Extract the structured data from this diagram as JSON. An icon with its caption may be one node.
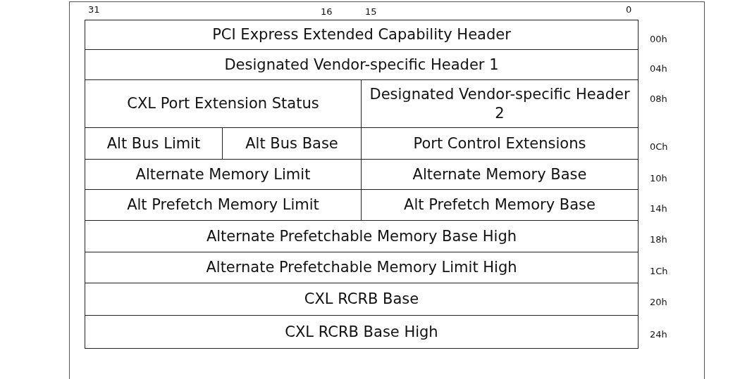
{
  "diagram": {
    "nodes": [
      {
        "text": [
          "PCI Express Extended Capability Header"
        ]
      },
      {
        "text": [
          "Designated Vendor-specific Header 1"
        ]
      },
      {
        "text": [
          "CXL Port Extension Status"
        ]
      },
      {
        "text": [
          "Designated Vendor-specific Header 2"
        ]
      },
      {
        "text": [
          "Alt Bus Limit"
        ]
      },
      {
        "text": [
          "Alt Bus Base"
        ]
      },
      {
        "text": [
          "Port Control Extensions"
        ]
      },
      {
        "text": [
          "Alternate Memory Limit"
        ]
      },
      {
        "text": [
          "Alternate Memory Base"
        ]
      },
      {
        "text": [
          "Alt Prefetch Memory Limit"
        ]
      },
      {
        "text": [
          "Alt Prefetch Memory Base"
        ]
      },
      {
        "text": [
          "Alternate Prefetchable Memory Base High"
        ]
      },
      {
        "text": [
          "Alternate Prefetchable Memory Limit High"
        ]
      },
      {
        "text": [
          "CXL RCRB Base"
        ]
      },
      {
        "text": [
          "CXL RCRB Base High"
        ]
      }
    ],
    "labels": [
      "31",
      "16",
      "15",
      "0",
      "00h",
      "04h",
      "08h",
      "0Ch",
      "10h",
      "14h",
      "18h",
      "1Ch",
      "20h",
      "24h"
    ]
  }
}
